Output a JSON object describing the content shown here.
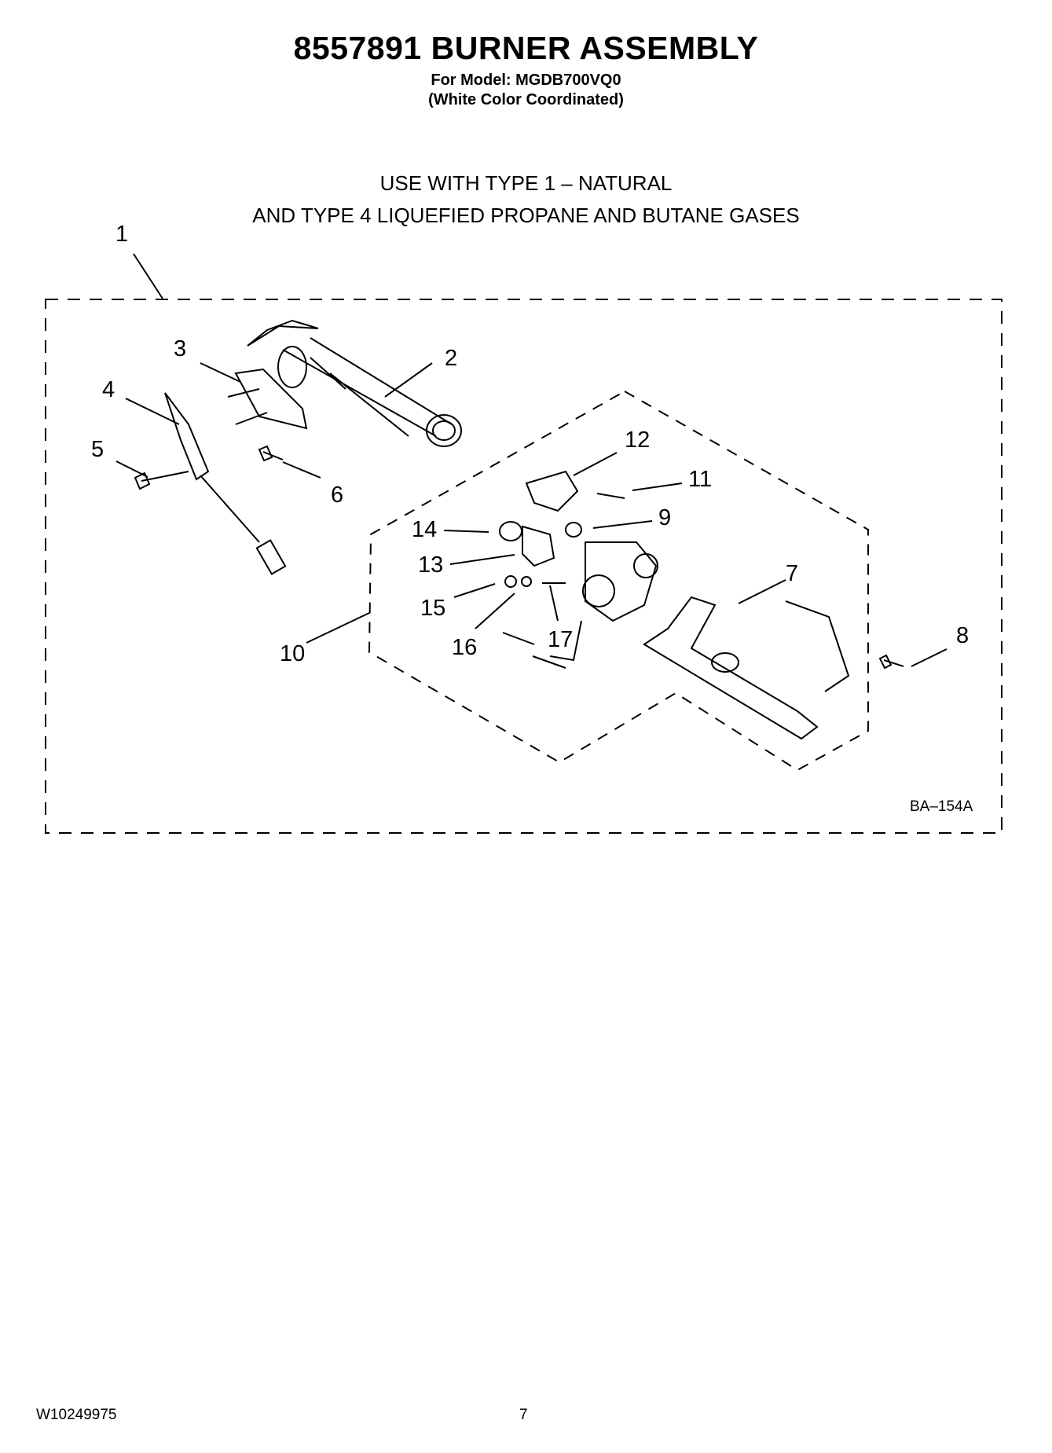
{
  "header": {
    "title": "8557891 BURNER ASSEMBLY",
    "model": "For Model: MGDB700VQ0",
    "color": "(White Color Coordinated)"
  },
  "usage_note": {
    "line1": "USE WITH TYPE 1 –  NATURAL",
    "line2": "AND TYPE 4    LIQUEFIED PROPANE AND BUTANE GASES"
  },
  "callouts": [
    "1",
    "2",
    "3",
    "4",
    "5",
    "6",
    "7",
    "8",
    "9",
    "10",
    "11",
    "12",
    "13",
    "14",
    "15",
    "16",
    "17"
  ],
  "diagram_code": "BA–154A",
  "footer": {
    "doc_number": "W10249975",
    "page_number": "7"
  }
}
